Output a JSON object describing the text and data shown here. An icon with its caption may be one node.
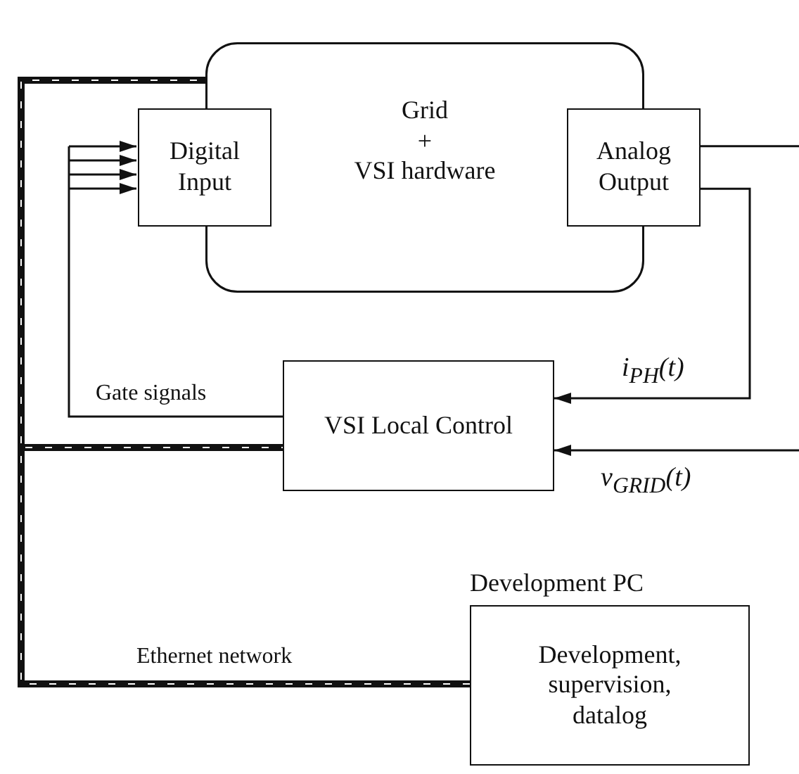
{
  "diagram": {
    "nodes": [
      {
        "text": [
          "Grid",
          "+",
          "VSI hardware"
        ]
      },
      {
        "text": [
          "Digital Input"
        ]
      },
      {
        "text": [
          "Analog Output"
        ]
      },
      {
        "text": [
          "VSI Local Control"
        ]
      },
      {
        "text": [
          "Development PC",
          "Development, supervision, datalog"
        ]
      }
    ],
    "edges": [
      {
        "from": 4,
        "to": 0,
        "arrow": "none",
        "style": "thick",
        "label": "Ethernet network"
      },
      {
        "from": 4,
        "to": 3,
        "arrow": "none",
        "style": "thick"
      },
      {
        "from": 3,
        "to": 1,
        "arrow": "to",
        "label": "Gate signals"
      },
      {
        "from": 2,
        "to": 3,
        "arrow": "to",
        "label": "i$_{PH}$(t)"
      },
      {
        "from": 2,
        "to": null,
        "arrow": "none"
      },
      {
        "from": null,
        "to": 3,
        "arrow": "to",
        "label": "v$_{GRID}$(t)"
      }
    ]
  }
}
